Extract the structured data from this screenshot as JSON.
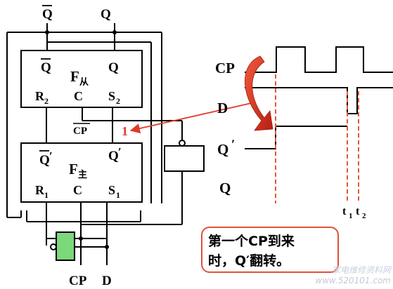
{
  "ff_slave": {
    "outputs": {
      "qbar": "Q",
      "q": "Q"
    },
    "name": "F",
    "name_sub": "从",
    "inputs": {
      "r": "R",
      "r_sub": "2",
      "c": "C",
      "s": "S",
      "s_sub": "2"
    }
  },
  "ff_master": {
    "outputs": {
      "qbar": "Q",
      "qbar_prime": "′",
      "q": "Q",
      "q_prime": "′"
    },
    "name": "F",
    "name_sub": "主",
    "inputs": {
      "r": "R",
      "r_sub": "1",
      "c": "C",
      "s": "S",
      "s_sub": "1"
    }
  },
  "top_outputs": {
    "qbar": "Q",
    "q": "Q"
  },
  "cp_bar_label": "CP",
  "bottom_inputs": {
    "cp": "CP",
    "d": "D"
  },
  "marker_label": "1",
  "timing": {
    "signals": {
      "cp": "CP",
      "d": "D",
      "qprime": "Q",
      "qprime_mark": "′",
      "q": "Q"
    },
    "time_marks": [
      {
        "label": "t",
        "sub": "1"
      },
      {
        "label": "t",
        "sub": "2"
      }
    ]
  },
  "note": {
    "line1": "第一个CP到来",
    "line2": "时，Q′翻转。"
  },
  "watermark": {
    "text": "家电维修资料网",
    "url": "www.520101.com"
  },
  "colors": {
    "line": "#000000",
    "accent": "#e03a2a",
    "note_border": "#e2503a",
    "gate_fill": "#7bd87b"
  }
}
